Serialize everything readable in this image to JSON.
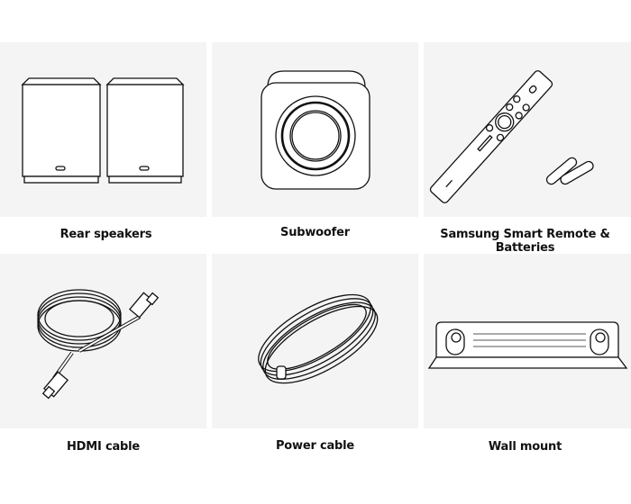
{
  "items": [
    {
      "label": "Rear speakers",
      "icon": "rear-speakers-icon"
    },
    {
      "label": "Subwoofer",
      "icon": "subwoofer-icon"
    },
    {
      "label": "Samsung Smart Remote & Batteries",
      "icon": "remote-batteries-icon"
    },
    {
      "label": "HDMI cable",
      "icon": "hdmi-cable-icon"
    },
    {
      "label": "Power cable",
      "icon": "power-cable-icon"
    },
    {
      "label": "Wall mount",
      "icon": "wall-mount-icon"
    }
  ],
  "colors": {
    "tile_bg": "#f4f4f4",
    "line": "#111111"
  }
}
